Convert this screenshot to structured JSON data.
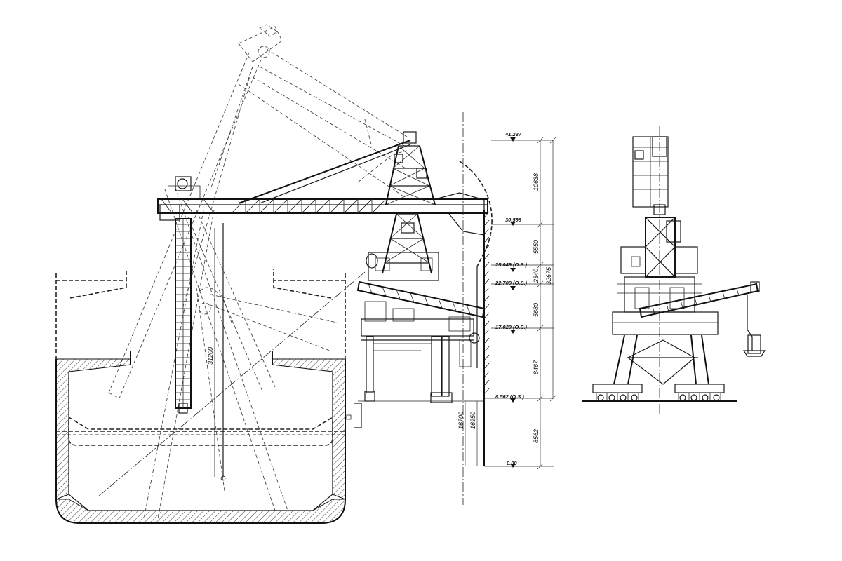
{
  "elevations": [
    {
      "key": "e1",
      "label": "41.237"
    },
    {
      "key": "e2",
      "label": "30.599"
    },
    {
      "key": "e3",
      "label": "25.049 (O.S.)"
    },
    {
      "key": "e4",
      "label": "22.709 (O.S.)"
    },
    {
      "key": "e5",
      "label": "17.029 (O.S.)"
    },
    {
      "key": "e6",
      "label": "8.562 (O.S.)"
    },
    {
      "key": "e7",
      "label": "0.00"
    }
  ],
  "dimensions": {
    "d10638": "10638",
    "d5550": "5550",
    "d2340": "2340",
    "d5680": "5680",
    "d8467": "8467",
    "d8562": "8562",
    "d32675": "32675",
    "d16700": "16700",
    "d16950": "16950",
    "d31200": "31200"
  },
  "colors": {
    "line": "#1a1a1a",
    "background": "#ffffff"
  }
}
